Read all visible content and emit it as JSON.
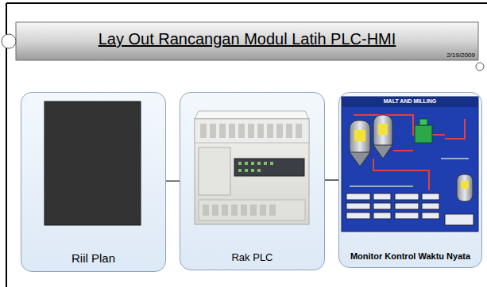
{
  "diagram": {
    "title": "Lay Out Rancangan Modul Latih PLC-HMI",
    "nodes": [
      {
        "text": [
          "Riil Plan"
        ]
      },
      {
        "text": [
          "Rak PLC"
        ]
      },
      {
        "text": [
          "Monitor Kontrol Waktu Nyata"
        ]
      }
    ],
    "edges": [
      {
        "from": 0,
        "to": 1,
        "arrow": "none"
      },
      {
        "from": 1,
        "to": 2,
        "arrow": "none"
      }
    ],
    "labels": [
      "2/19/2009",
      "MALT AND MILLING"
    ]
  }
}
